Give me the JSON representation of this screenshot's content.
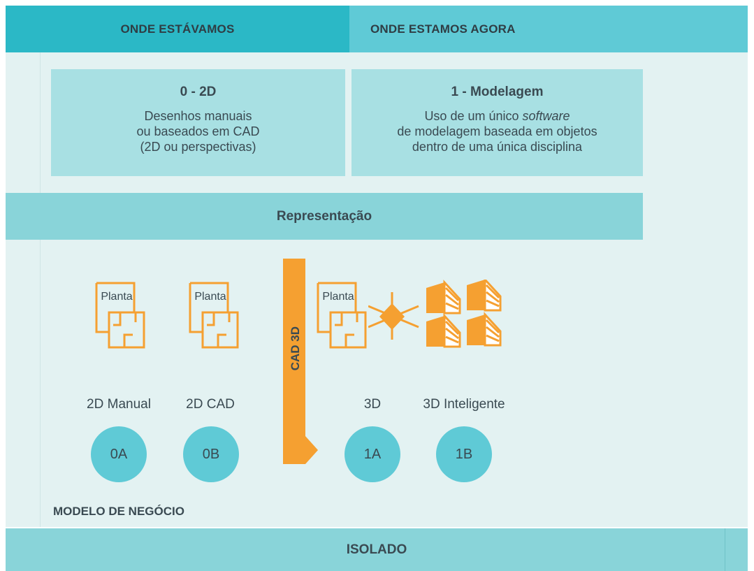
{
  "header": {
    "left_title": "ONDE ESTÁVAMOS",
    "right_title": "ONDE ESTAMOS AGORA"
  },
  "stages": [
    {
      "title": "0 - 2D",
      "lines": [
        "Desenhos manuais",
        "ou baseados em CAD",
        "(2D ou perspectivas)"
      ]
    },
    {
      "title": "1 - Modelagem",
      "line1_pre": "Uso de um único ",
      "line1_em": "software",
      "lines": [
        "de modelagem baseada em objetos",
        "dentro de uma única disciplina"
      ]
    }
  ],
  "band": {
    "label": "Representação"
  },
  "transition": {
    "label": "CAD 3D"
  },
  "plan_label": "Planta",
  "levels": [
    {
      "label": "2D Manual",
      "code": "0A"
    },
    {
      "label": "2D CAD",
      "code": "0B"
    },
    {
      "label": "3D",
      "code": "1A"
    },
    {
      "label": "3D Inteligente",
      "code": "1B"
    }
  ],
  "footer": {
    "model_label": "MODELO DE NEGÓCIO",
    "isolado": "ISOLADO"
  },
  "colors": {
    "header_left": "#2bb8c6",
    "header_right": "#5fcad6",
    "panel": "#e3f2f2",
    "box": "#a8e0e3",
    "band": "#89d4d9",
    "accent_orange": "#f5a031",
    "circle": "#5fcad6"
  },
  "icons": [
    "floor-plan-icon",
    "intersection-icon",
    "3d-blocks-icon"
  ]
}
